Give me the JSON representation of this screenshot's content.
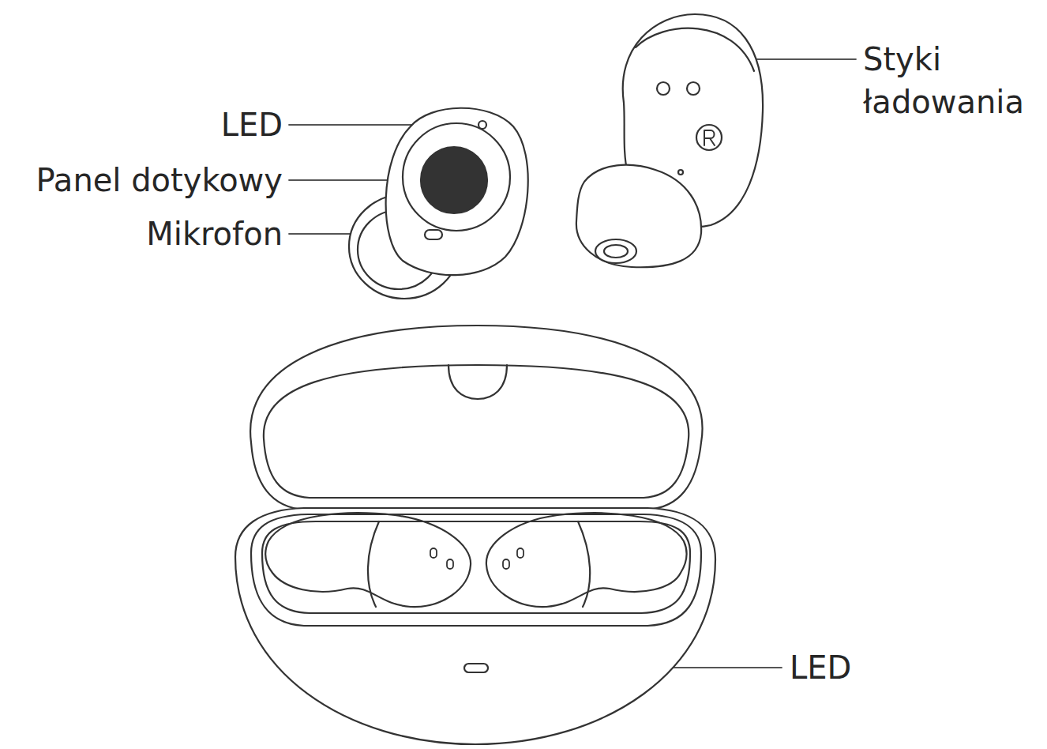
{
  "diagram": {
    "labels": [
      "LED",
      "Panel dotykowy",
      "Mikrofon",
      "Styki ładowania",
      "LED"
    ]
  }
}
